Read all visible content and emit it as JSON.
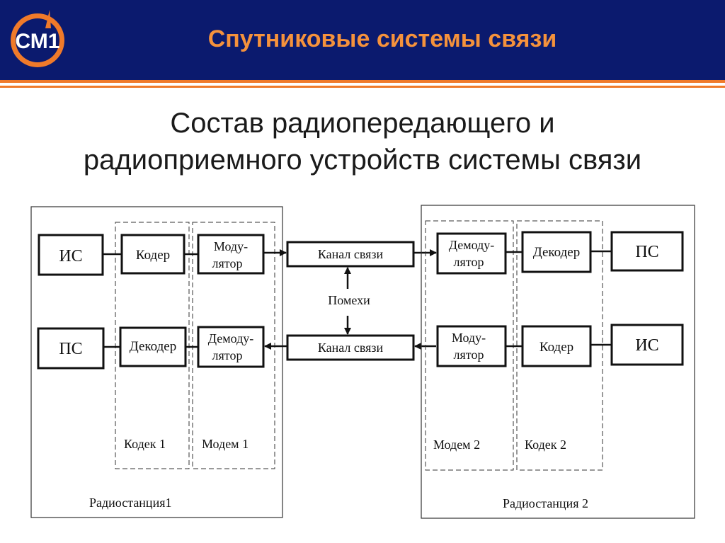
{
  "header": {
    "logo_text": "СМ1",
    "title": "Спутниковые системы связи"
  },
  "slide": {
    "title_line1": "Состав радиопередающего и",
    "title_line2": "радиоприемного устройств системы связи"
  },
  "diagram": {
    "station1": {
      "label": "Радиостанция1",
      "is_top": "ИС",
      "ps_bottom": "ПС",
      "coder": "Кодер",
      "decoder": "Декодер",
      "modulator_l1": "Моду-",
      "modulator_l2": "лятор",
      "demodulator_l1": "Демоду-",
      "demodulator_l2": "лятор",
      "codec_label": "Кодек 1",
      "modem_label": "Модем 1"
    },
    "channel": {
      "top": "Канал связи",
      "bottom": "Канал связи",
      "interference": "Помехи"
    },
    "station2": {
      "label": "Радиостанция 2",
      "ps_top": "ПС",
      "is_bottom": "ИС",
      "decoder": "Декодер",
      "coder": "Кодер",
      "demodulator_l1": "Демоду-",
      "demodulator_l2": "лятор",
      "modulator_l1": "Моду-",
      "modulator_l2": "лятор",
      "modem_label": "Модем 2",
      "codec_label": "Кодек 2"
    }
  }
}
